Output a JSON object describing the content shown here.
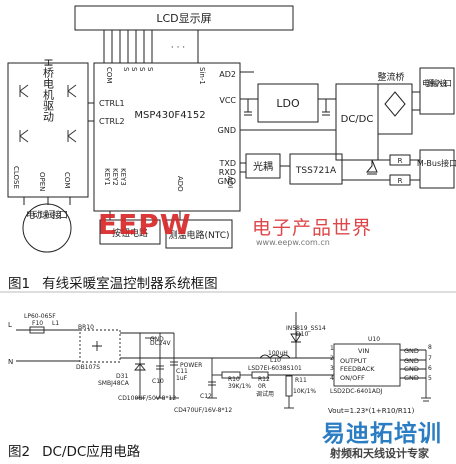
{
  "figure1": {
    "caption_num": "图1",
    "caption_text": "有线采暖室温控制器系统框图",
    "lcd": "LCD显示屏",
    "mcu": "MSP430F4152",
    "mcu_pins": {
      "com": "COM",
      "seg": "S",
      "ad2": "AD2",
      "sin1": "Sin-1",
      "vcc": "VCC",
      "gnd": "GND",
      "ctrl1": "CTRL1",
      "ctrl2": "CTRL2",
      "txd": "TXD",
      "rxd": "RXD",
      "gnd2": "GND",
      "key1": "KEY1",
      "key2": "KEY2",
      "key3": "KEY3",
      "adi": "ADI",
      "ado": "ADO",
      "dots": "· · ·"
    },
    "hbridge": "H桥电机驱动",
    "hb_labels": {
      "close": "CLOSE",
      "open": "OPEN",
      "com": "COM"
    },
    "valve": "电动球阀接口",
    "ldo": "LDO",
    "dcdc": "DC/DC",
    "rectifier": "整流桥",
    "power_in": "电源输入接口",
    "optocoupler": "光耦",
    "tss": "TSS721A",
    "mbus": "M-Bus接口",
    "resistor": "R",
    "keys": "按钮电路",
    "temp": "测温电路(NTC)"
  },
  "figure2": {
    "caption_num": "图2",
    "caption_text": "DC/DC应用电路",
    "labels": {
      "l": "L",
      "n": "N",
      "lp": "LP60-065F",
      "f10": "F10",
      "l1": "L1",
      "br10": "BR10",
      "db": "DB107S",
      "gnd": "GND",
      "v24": "DC24V",
      "d31": "D31",
      "smbj": "SMBJ48CA",
      "c10": "C10",
      "c10v": "CD100UF/50V-8*12",
      "c11": "C11",
      "c11v": "1uF",
      "power": "POWER",
      "c12": "C12",
      "c12v": "CD470UF/16V-8*12",
      "r10": "R10",
      "r10v": "39K/1%",
      "r12": "R12",
      "r12v": "0R",
      "note": "调试用",
      "l10": "L10",
      "l10v": "100uH",
      "lsd": "LSD7EI-6038S101",
      "r11": "R11",
      "r11v": "10K/1%",
      "d10": "D10",
      "d10v": "IN5819_SS14",
      "u10": "U10",
      "vin": "VIN",
      "output": "OUTPUT",
      "feedback": "FEEDBACK",
      "onoff": "ON/OFF",
      "gndp": "GND",
      "chip": "LSD2DC-6401ADJ",
      "formula": "Vout=1.23*(1+R10/R11)",
      "p1": "1",
      "p2": "2",
      "p3": "3",
      "p4": "4",
      "p5": "5",
      "p6": "6",
      "p7": "7",
      "p8": "8"
    }
  },
  "watermarks": {
    "eepw": "EEPW",
    "eepw_cn": "电子产品世界",
    "eepw_url": "www.eepw.com.cn",
    "rf": "易迪拓培训",
    "rf_sub": "射频和天线设计专家"
  }
}
